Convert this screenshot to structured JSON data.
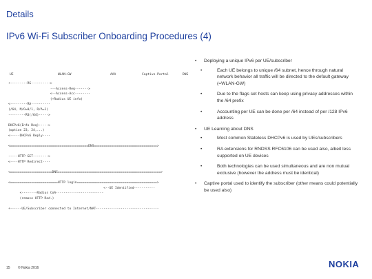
{
  "header": {
    "kicker": "Details",
    "title": "IPv6 Wi-Fi Subscriber Onboarding Procedures (4)"
  },
  "diagram": {
    "participants": [
      "UE",
      "WLAN-GW",
      "AAA",
      "Captive-Portal",
      "DNS"
    ],
    "body": "+---------RS---------->                                                       \n                      ---Access-Req------->                                   \n                      <--Access-Acc--------                                   \n                      (+Radius UE info)                                       \n<---------RA----------                                                        \n(/64, M/O=0/1, R/A=1)                                                          \n---------RS(/64)----->                                                        \n                                                                              \nDHCPv6(Info Req)----->                                                        \n(option 23, 24,...)                                                           \n<-----DHCPv6 Reply----                                                        \n                                                                              \n<=========================================DNS=================================>\n                                                                              \n-----HTTP GET-------->                                                        \n<----HTTP Redirect----                                                        \n                                                                              \n<======================DNS======================================================>\n                                                                              \n<=========================HTTP login==========================================>\n                                                  <--UE Identified-----------\n      <--------Radius CoA-------------------------                            \n      (remove HTTP Red.)                                                      \n                                                                              \n+------UE/Subscriber connected to Internet/NAT---------------------------------"
  },
  "bullets": [
    {
      "text": "Deploying a unique IPv6 per UE/subscriber",
      "children": [
        "Each UE belongs to unique /64 subnet, hence through natural network behavior all traffic will be directed to the default gateway (=WLAN-GW)",
        "Due to the flags set hosts can keep using privacy addresses within the /64 prefix",
        "Accounting per UE can be done per /64 instead of per /128 IPv6 address"
      ]
    },
    {
      "text": "UE Learning about DNS",
      "children": [
        "Most common Stateless DHCPv6 is used by UEs/subscribers",
        "RA extensions for RNDSS RFC6106 can be used also, albeit less supported on UE devices",
        "Both technologies can be used simultaneous and are non mutual exclusive (however the address must be identical)"
      ]
    },
    {
      "text": "Captive portal used to identify the subscriber (other means could potentially be used also)",
      "children": []
    }
  ],
  "footer": {
    "page": "15",
    "copyright": "© Nokia 2016",
    "logo": "NOKIA"
  }
}
